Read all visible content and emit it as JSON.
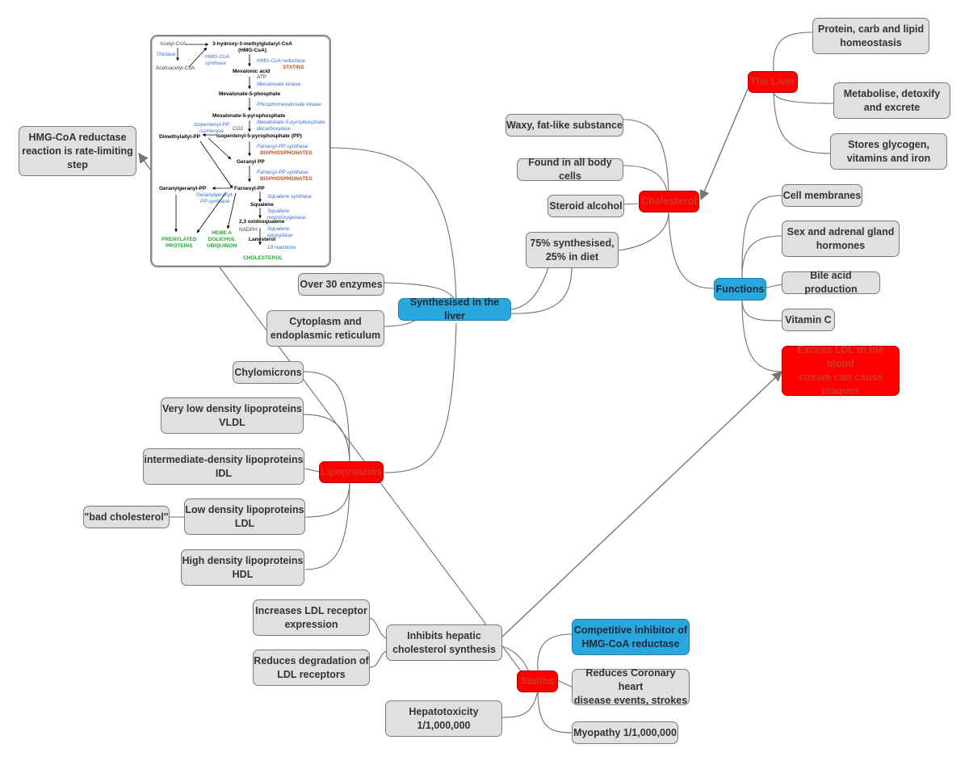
{
  "nodes": {
    "cholesterol": "Cholesterol",
    "the_liver": "The Liver",
    "protein_homeostasis": "Protein, carb and lipid\nhomeostasis",
    "metabolise": "Metabolise, detoxify\nand excrete",
    "stores_glycogen": "Stores glycogen,\nvitamins and iron",
    "waxy": "Waxy, fat-like substance",
    "found_all_cells": "Found in all body cells",
    "steroid_alcohol": "Steroid alcohol",
    "synth_75": "75% synthesised,\n25% in diet",
    "functions": "Functions",
    "cell_membranes": "Cell membranes",
    "sex_adrenal": "Sex and adrenal gland\nhormones",
    "bile_acid": "Bile acid production",
    "vitamin_c": "Vitamin C",
    "excess_ldl": "Excess LDL in the blood\nstream can cause\nplaques",
    "synth_liver": "Synthesised in the liver",
    "over_30": "Over 30 enzymes",
    "cytoplasm": "Cytoplasm and\nendoplasmic reticulum",
    "hmg_rate": "HMG-CoA reductase\nreaction is rate-limiting\nstep",
    "lipoproteins": "Lipoproteins",
    "chylomicrons": "Chylomicrons",
    "vldl": "Very low density lipoproteins\nVLDL",
    "idl": "intermediate-density lipoproteins\nIDL",
    "ldl": "Low density lipoproteins\nLDL",
    "bad_chol": "\"bad cholesterol\"",
    "hdl": "High density lipoproteins\nHDL",
    "statins": "Statins",
    "inhibits": "Inhibits hepatic\ncholesterol synthesis",
    "increases_ldl": "Increases LDL receptor\nexpression",
    "reduces_deg": "Reduces degradation of\nLDL receptors",
    "competitive": "Competitive inhibitor of\nHMG-CoA reductase",
    "reduces_chd": "Reduces Coronary heart\ndisease events, strokes",
    "hepatotox": "Hepatotoxicity\n1/1,000,000",
    "myopathy": "Myopathy 1/1,000,000"
  },
  "pathway": {
    "acetyl_coa": "Acetyl-CoA",
    "thiolase": "Thiolase",
    "acetoacetyl": "Acetoacetyl-CoA",
    "hmg_synthase": "HMG-CoA\nsynthase",
    "hmg_coa": "3-hydroxy-3-methylglutaryl-CoA\n(HMG-CoA)",
    "hmg_reductase": "HMG-CoA reductase",
    "statins": "STATINS",
    "mevalonic": "Mevalonic acid",
    "atp": "ATP",
    "mev_kinase": "Mevalonate kinase",
    "mev5p": "Mevalonate-5-phosphate",
    "phosphomev": "Phosphomevalonate kinase",
    "mev5pp": "Mevalonate-5-pyrophosphate",
    "isomerase": "Isopentenyl-PP\nisomerase",
    "co2": "CO2",
    "decarboxylase": "Mevalonate-5-pyrophosphate\ndecarboxylase",
    "dimethylallyl": "Dimethylallyl-PP",
    "isopentenyl": "Isopentenyl-5-pyrophosphate (PP)",
    "fpp_synthase1": "Farnesyl-PP synthase",
    "bisphos1": "BISPHOSPHONATES",
    "geranyl": "Geranyl PP",
    "fpp_synthase2": "Farnesyl-PP synthase",
    "bisphos2": "BISPHOSPHONATES",
    "geranylgeranyl": "Geranylgeranyl-PP",
    "farnesyl": "Farnesyl-PP",
    "gg_synthase": "Geranylgeranyl-\nPP synthase",
    "squalene_synthase": "Squalene synthase",
    "squalene": "Squalene",
    "squalene_mono": "Squalene\nmonooxygenase",
    "oxidosqualene": "2,3 oxidosqualene",
    "nadph": "NADPH",
    "squalene_epox": "Squalene\nepoxydase",
    "lanosterol": "Lanosterol",
    "reactions19": "19 reactions",
    "prenylated": "PRENYLATED\nPROTEINS",
    "heme": "HEME A\nDOLICHOL\nUBIQUINON",
    "cholesterol": "CHOLESTEROL"
  },
  "colors": {
    "red": "#ff0000",
    "blue": "#2aa7dd",
    "grey": "#e0e0e0",
    "edge": "#6e6e6e"
  }
}
